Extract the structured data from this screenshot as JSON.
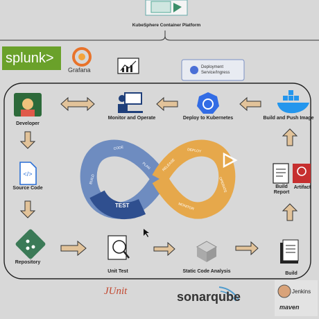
{
  "platform": {
    "title": "KubeSphere Container Platform"
  },
  "top_tools": {
    "splunk": "splunk>",
    "grafana": "Grafana",
    "deployment": "Deployment Service/Ingress"
  },
  "pipeline": {
    "developer": "Developer",
    "monitor": "Monitor and Operate",
    "deploy": "Deploy to Kubernetes",
    "build_push": "Build and Push Image",
    "source_code": "Source Code",
    "repository": "Repository",
    "unit_test": "Unit Test",
    "static_analysis": "Static Code Analysis",
    "build": "Build",
    "build_report": "Build Report",
    "artifact": "Artifact"
  },
  "loop": {
    "code": "CODE",
    "build": "BUILD",
    "test": "TEST",
    "plan": "PLAN",
    "release": "RELEASE",
    "deploy": "DEPLOY",
    "operate": "OPERATE",
    "monitor": "MONITOR"
  },
  "bottom_tools": {
    "junit": "JUnit",
    "sonarqube": "sonarqube",
    "jenkins": "Jenkins",
    "maven": "maven"
  }
}
